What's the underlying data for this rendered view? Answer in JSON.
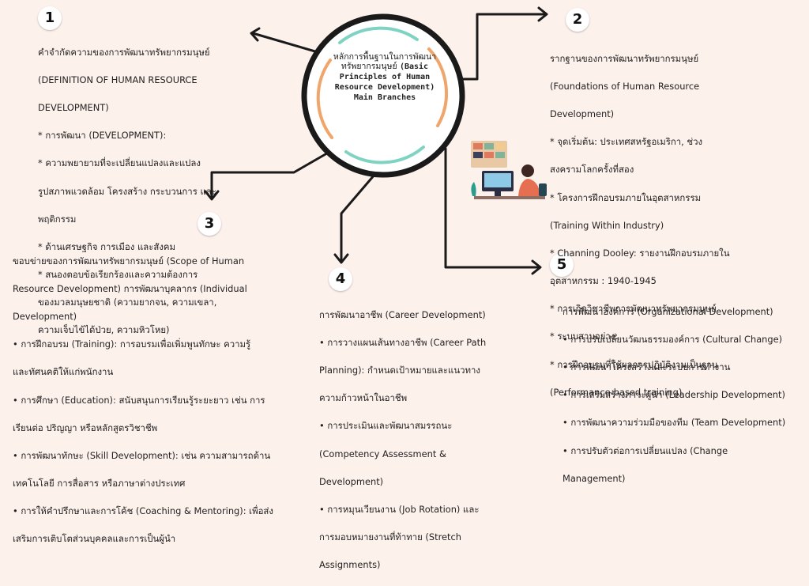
{
  "center": {
    "title_thai": "หลักการพื้นฐานในการพัฒนาทรัพยากรมนุษย์ ",
    "title_en": "(Basic Principles of Human Resource Development) Main Branches"
  },
  "colors": {
    "background": "#fdf1ec",
    "teal": "#7fd3c3",
    "orange": "#f0a56a",
    "hub_ring": "#333333"
  },
  "branches": [
    {
      "number": "1",
      "lines": [
        "คำจำกัดความของการพัฒนาทรัพยากรมนุษย์",
        "  (DEFINITION OF HUMAN RESOURCE",
        "DEVELOPMENT)",
        "   * การพัฒนา (DEVELOPMENT):",
        "      * ความพยายามที่จะเปลี่ยนแปลงและแปลง",
        "รูปสภาพแวดล้อม โครงสร้าง กระบวนการ และ",
        "พฤติกรรม",
        "      * ด้านเศรษฐกิจ การเมือง และสังคม",
        "      * สนองตอบข้อเรียกร้องและความต้องการ",
        "ของมวลมนุษยชาติ (ความยากจน, ความเขลา,",
        "ความเจ็บไข้ได้ป่วย, ความหิวโหย)"
      ]
    },
    {
      "number": "2",
      "lines": [
        "รากฐานของการพัฒนาทรัพยากรมนุษย์",
        "(Foundations of Human Resource",
        "Development)",
        "   * จุดเริ่มต้น: ประเทศสหรัฐอเมริกา, ช่วง",
        "สงครามโลกครั้งที่สอง",
        "   * โครงการฝึกอบรมภายในอุตสาหกรรม",
        "(Training Within Industry)",
        "   * Channing Dooley: รายงานฝึกอบรมภายใน",
        "อุตสาหกรรม : 1940-1945",
        "   * การเกิดวิชาชีพการพัฒนาทรัพยากรมนุษย์",
        "   * ระบบสามอย่าง:",
        "     * การฝึกอบรมที่ใช้ผลการปฏิบัติงานเป็นฐาน",
        "(Performance-based training)"
      ]
    },
    {
      "number": "3",
      "lines": [
        "ขอบข่ายของการพัฒนาทรัพยากรมนุษย์ (Scope of Human",
        "Resource Development) การพัฒนาบุคลากร (Individual",
        "Development)",
        " • การฝึกอบรม (Training): การอบรมเพื่อเพิ่มพูนทักษะ ความรู้",
        "และทัศนคติให้แก่พนักงาน",
        " • การศึกษา (Education): สนับสนุนการเรียนรู้ระยะยาว เช่น การ",
        "เรียนต่อ ปริญญา หรือหลักสูตรวิชาชีพ",
        " • การพัฒนาทักษะ (Skill Development): เช่น ความสามารถด้าน",
        "เทคโนโลยี การสื่อสาร หรือภาษาต่างประเทศ",
        " • การให้คำปรึกษาและการโค้ช (Coaching & Mentoring): เพื่อส่ง",
        "เสริมการเติบโตส่วนบุคคลและการเป็นผู้นำ"
      ]
    },
    {
      "number": "4",
      "lines": [
        "การพัฒนาอาชีพ (Career Development)",
        " • การวางแผนเส้นทางอาชีพ (Career Path",
        "Planning): กำหนดเป้าหมายและแนวทาง",
        "ความก้าวหน้าในอาชีพ",
        " • การประเมินและพัฒนาสมรรถนะ",
        "(Competency Assessment &",
        "Development)",
        " • การหมุนเวียนงาน (Job Rotation) และ",
        "การมอบหมายงานที่ท้าทาย (Stretch",
        "Assignments)"
      ]
    },
    {
      "number": "5",
      "lines": [
        "การพัฒนาองค์การ (Organizational Development)",
        " • การปรับเปลี่ยนวัฒนธรรมองค์การ (Cultural Change)",
        " • การพัฒนาโครงสร้างและระบบการทำงาน",
        " • การเสริมสร้างภาวะผู้นำ (Leadership Development)",
        " • การพัฒนาความร่วมมือของทีม (Team Development)",
        " • การปรับตัวต่อการเปลี่ยนแปลง (Change",
        "Management)"
      ]
    }
  ]
}
